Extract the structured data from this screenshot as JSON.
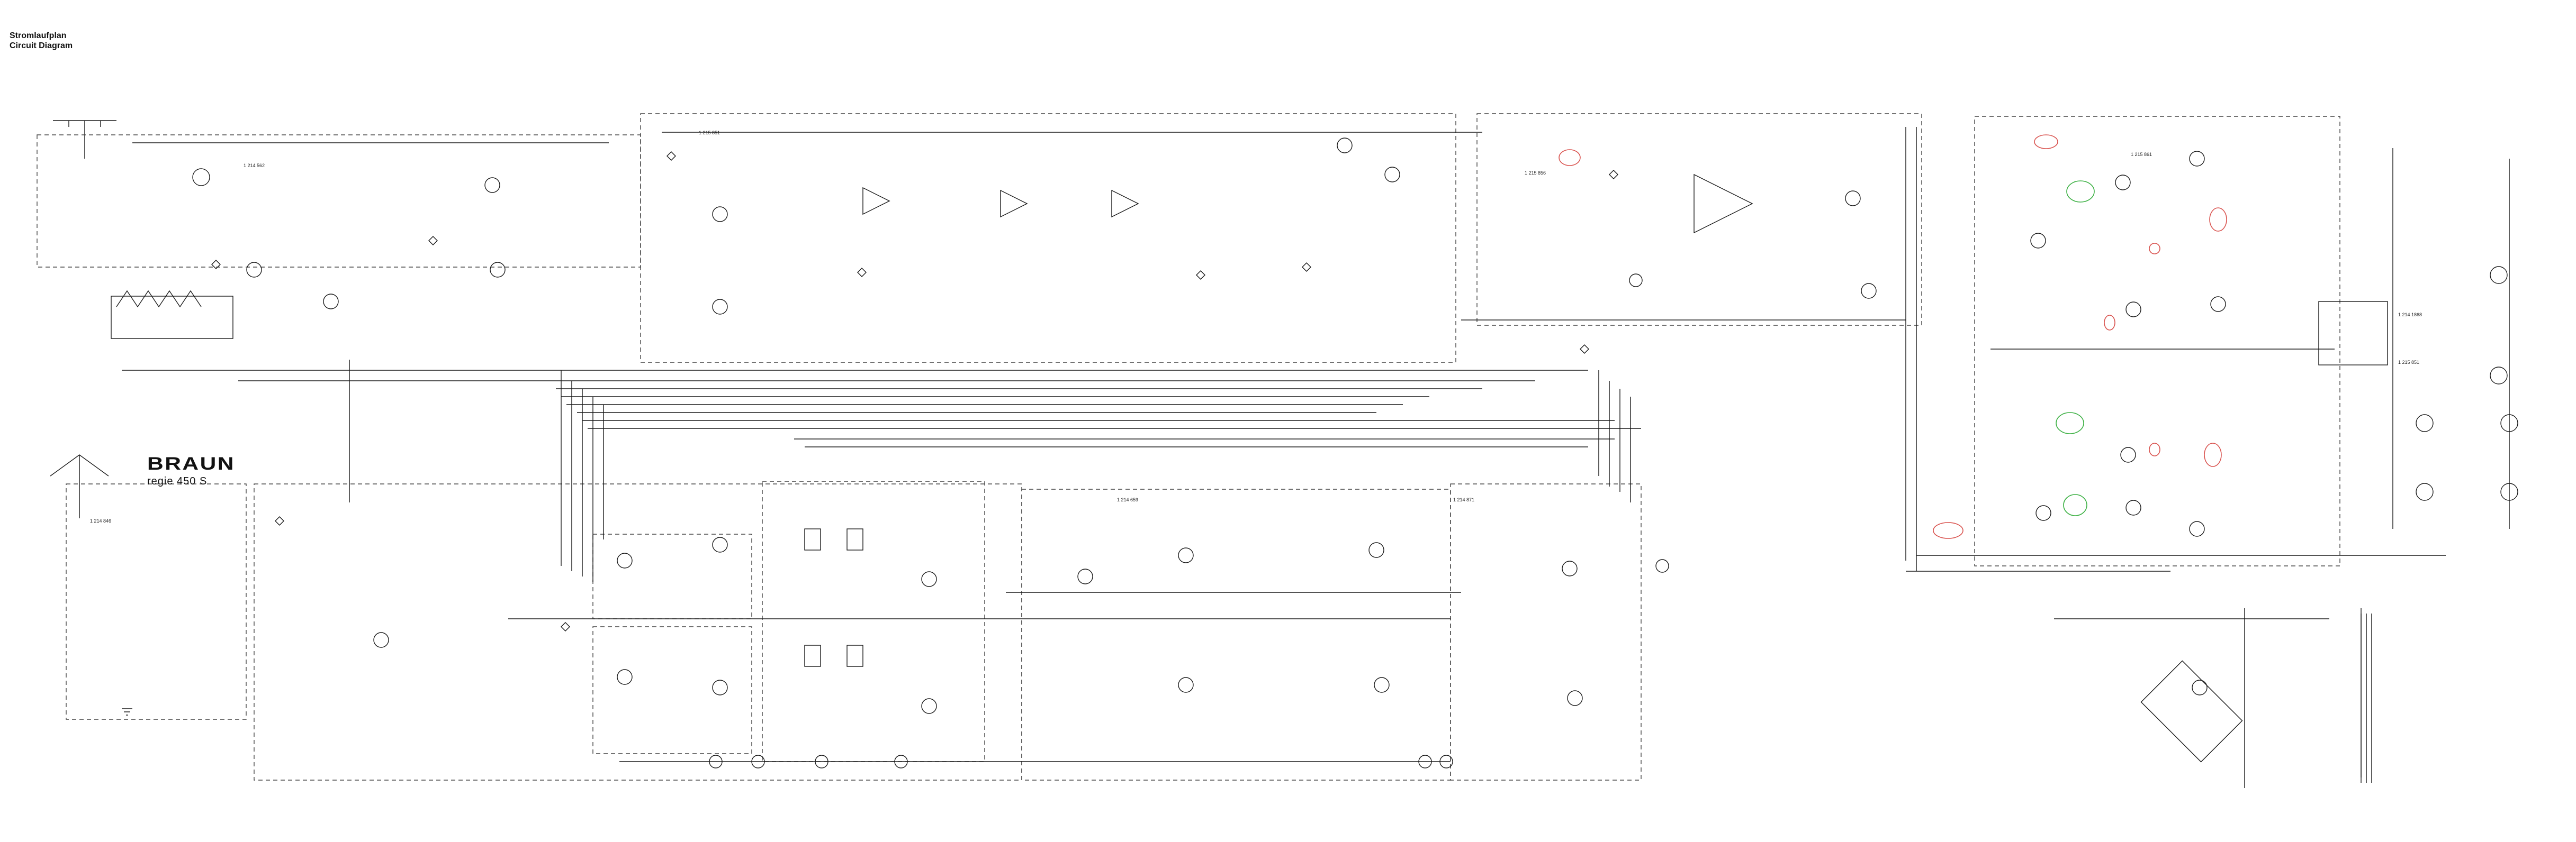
{
  "title": {
    "line1": "Stromlaufplan",
    "line2": "Circuit Diagram"
  },
  "brand": {
    "name": "BRAUN",
    "model": "regie 450 S"
  },
  "modules": [
    {
      "id": "m1",
      "label": "1 214 562"
    },
    {
      "id": "m2",
      "label": "1 215 851"
    },
    {
      "id": "m3",
      "label": "1 215 856"
    },
    {
      "id": "m4",
      "label": "1 215 861"
    },
    {
      "id": "m5",
      "label": "1 214 659"
    },
    {
      "id": "m6",
      "label": "1 214 871"
    },
    {
      "id": "m7",
      "label": "1 214 846"
    },
    {
      "id": "m8",
      "label": "1 214 1868"
    },
    {
      "id": "m9",
      "label": "1 215 851"
    }
  ],
  "colors": {
    "ink": "#1a1a1a",
    "annotation_red": "#d9534f",
    "annotation_green": "#3cb043"
  }
}
